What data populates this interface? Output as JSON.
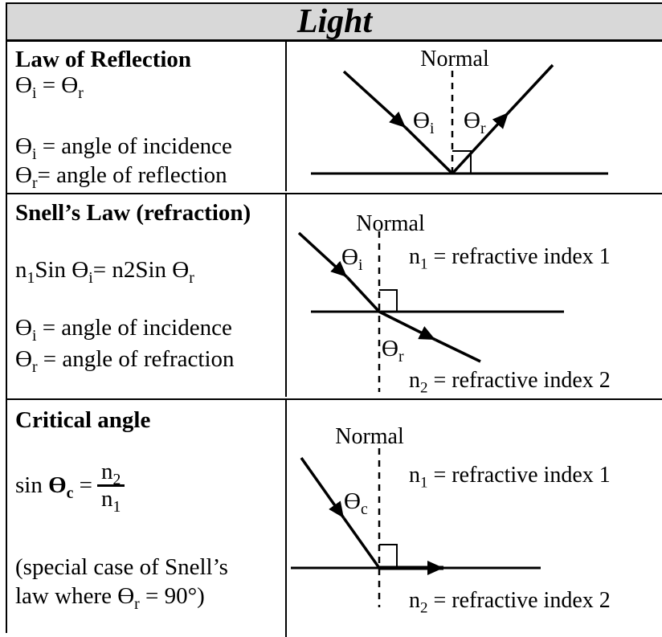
{
  "title": "Light",
  "colors": {
    "header_bg": "#d8d8d8",
    "border": "#000000",
    "ink": "#000000",
    "background": "#ffffff"
  },
  "rows": [
    {
      "heading": "Law of Reflection",
      "formula": [
        {
          "t": "Ɵ"
        },
        {
          "t": "i",
          "sub": true
        },
        {
          "t": " = "
        },
        {
          "t": "Ɵ"
        },
        {
          "t": "r",
          "sub": true
        }
      ],
      "definitions": [
        [
          {
            "t": "Ɵ"
          },
          {
            "t": "i",
            "sub": true
          },
          {
            "t": " = angle of incidence"
          }
        ],
        [
          {
            "t": "Ɵ"
          },
          {
            "t": "r",
            "sub": true
          },
          {
            "t": "= angle of reflection"
          }
        ]
      ],
      "diagram": {
        "normal_label": "Normal",
        "angle_incidence": [
          {
            "t": "Ɵ"
          },
          {
            "t": "i",
            "sub": true
          }
        ],
        "angle_reflection": [
          {
            "t": "Ɵ"
          },
          {
            "t": "r",
            "sub": true
          }
        ]
      }
    },
    {
      "heading": "Snell’s Law (refraction)",
      "formula": [
        {
          "t": "n"
        },
        {
          "t": "1",
          "sub": true
        },
        {
          "t": "Sin "
        },
        {
          "t": "Ɵ"
        },
        {
          "t": "i",
          "sub": true
        },
        {
          "t": "= n2Sin "
        },
        {
          "t": "Ɵ"
        },
        {
          "t": "r",
          "sub": true
        }
      ],
      "definitions": [
        [
          {
            "t": "Ɵ"
          },
          {
            "t": "i",
            "sub": true
          },
          {
            "t": " = angle of incidence"
          }
        ],
        [
          {
            "t": "Ɵ"
          },
          {
            "t": "r",
            "sub": true
          },
          {
            "t": " = angle of refraction"
          }
        ]
      ],
      "diagram": {
        "normal_label": "Normal",
        "angle_incidence": [
          {
            "t": "Ɵ"
          },
          {
            "t": "i",
            "sub": true
          }
        ],
        "angle_refraction": [
          {
            "t": "Ɵ"
          },
          {
            "t": "r",
            "sub": true
          }
        ],
        "medium1": [
          {
            "t": "n"
          },
          {
            "t": "1",
            "sub": true
          },
          {
            "t": " = refractive index 1"
          }
        ],
        "medium2": [
          {
            "t": "n"
          },
          {
            "t": "2",
            "sub": true
          },
          {
            "t": " = refractive index 2"
          }
        ]
      }
    },
    {
      "heading": "Critical angle",
      "formula_lhs": [
        {
          "t": "sin "
        },
        {
          "t": "Ɵ",
          "b": true
        },
        {
          "t": "c",
          "sub": true,
          "b": true
        },
        {
          "t": " ="
        }
      ],
      "formula_frac_num": [
        {
          "t": "n"
        },
        {
          "t": "2",
          "sub": true
        }
      ],
      "formula_frac_den": [
        {
          "t": "n"
        },
        {
          "t": "1",
          "sub": true
        }
      ],
      "note_line1": "(special case of Snell’s",
      "note_line2": [
        {
          "t": "law where "
        },
        {
          "t": "Ɵ"
        },
        {
          "t": "r",
          "sub": true
        },
        {
          "t": " = 90°)"
        }
      ],
      "diagram": {
        "normal_label": "Normal",
        "angle_critical": [
          {
            "t": "Ɵ"
          },
          {
            "t": "c",
            "sub": true
          }
        ],
        "medium1": [
          {
            "t": "n"
          },
          {
            "t": "1",
            "sub": true
          },
          {
            "t": " = refractive index 1"
          }
        ],
        "medium2": [
          {
            "t": "n"
          },
          {
            "t": "2",
            "sub": true
          },
          {
            "t": " = refractive index 2"
          }
        ]
      }
    }
  ]
}
